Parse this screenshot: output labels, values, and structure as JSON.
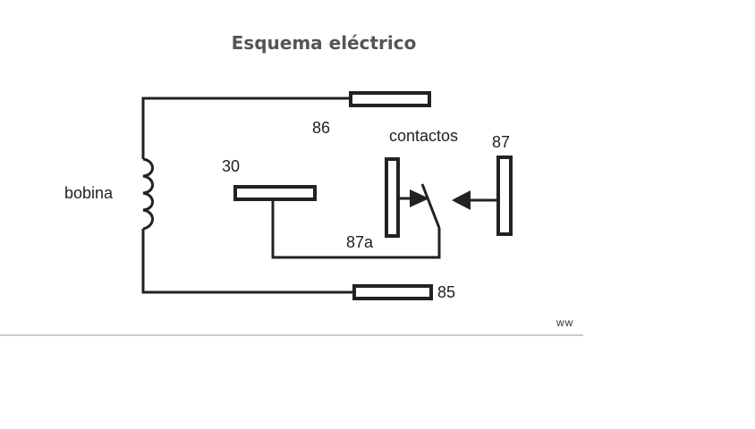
{
  "title": "Esquema eléctrico",
  "labels": {
    "coil": "bobina",
    "contacts": "contactos",
    "t86": "86",
    "t85": "85",
    "t30": "30",
    "t87": "87",
    "t87a": "87a",
    "watermark": "ww"
  },
  "colors": {
    "ink": "#222222",
    "title": "#555555",
    "rule": "#bbbbbb"
  }
}
